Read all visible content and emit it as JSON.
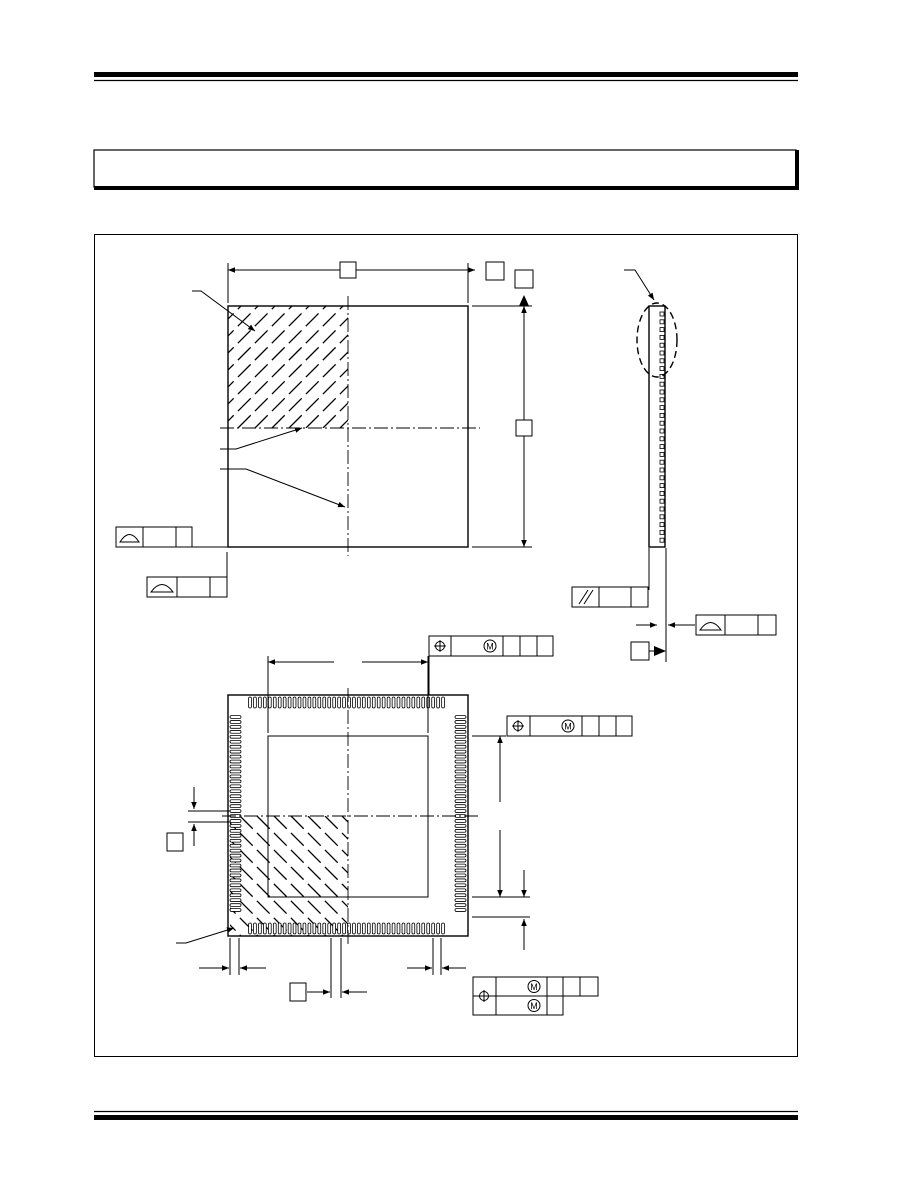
{
  "header": {
    "title": "",
    "subtitle": ""
  },
  "title_bar": {
    "text": ""
  },
  "diagram": {
    "annotation_labels": [],
    "symbols": {
      "top_left_fcf": "profile-of-surface-symbol",
      "bottom_left_fcf": "profile-of-surface-symbol",
      "side_fcf": "profile-of-surface-symbol",
      "parallel_fcf": "parallelism-symbol",
      "position_fcf": "position-symbol",
      "mmc_modifier": "M"
    }
  }
}
